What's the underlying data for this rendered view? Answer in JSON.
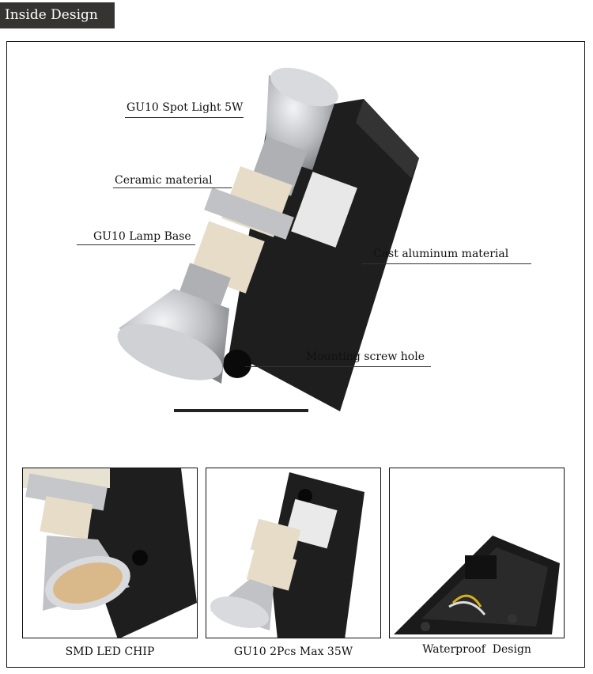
{
  "header": {
    "title": "Inside Design"
  },
  "main_image": {
    "callouts": [
      {
        "label": "GU10 Spot Light 5W"
      },
      {
        "label": "Ceramic material"
      },
      {
        "label": "GU10 Lamp Base"
      },
      {
        "label": "Cast aluminum material"
      },
      {
        "label": "Mounting screw hole"
      }
    ]
  },
  "gallery": [
    {
      "caption": "SMD LED CHIP"
    },
    {
      "caption": "GU10 2Pcs Max 35W"
    },
    {
      "caption": "Waterproof  Design"
    }
  ],
  "colors": {
    "title_bg": "#363430",
    "housing": "#1e1e1e",
    "reflector": "#c8c9cc",
    "ceramic": "#e6dcc8"
  }
}
